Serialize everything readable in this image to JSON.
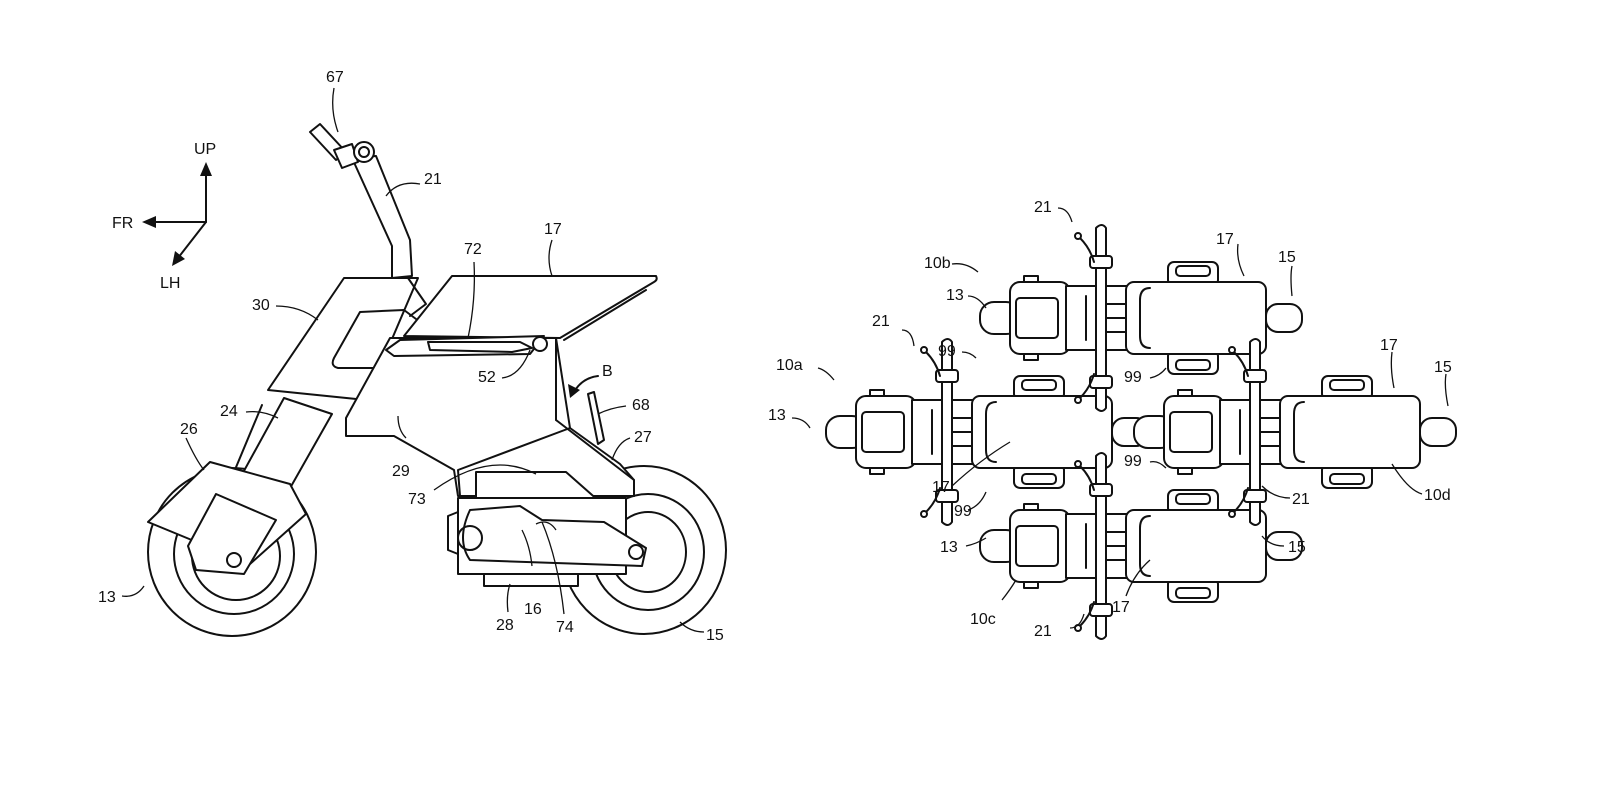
{
  "figure": {
    "type": "patent-drawing",
    "panels": [
      "side-view",
      "top-view-arrangement"
    ],
    "line_color": "#111111",
    "background": "#ffffff"
  },
  "side_view": {
    "axes": {
      "up": "UP",
      "front": "FR",
      "left": "LH"
    },
    "view_arrow": "B",
    "labels": {
      "handlebar_grip": "67",
      "handlebar": "21",
      "seat_surface": "72",
      "seat": "17",
      "front_cover": "30",
      "hinge": "52",
      "stand": "68",
      "front_fork": "24",
      "front_fender": "26",
      "body_frame": "29",
      "rear_cover": "27",
      "battery": "73",
      "recess": "74",
      "front_wheel": "13",
      "swing_arm": "16",
      "under_cover": "28",
      "rear_wheel": "15"
    }
  },
  "top_view": {
    "vehicles": [
      "10a",
      "10b",
      "10c",
      "10d"
    ],
    "labels": {
      "front_wheel": "13",
      "rear_wheel": "15",
      "seat": "17",
      "handlebar": "21",
      "footrest": "99"
    }
  }
}
